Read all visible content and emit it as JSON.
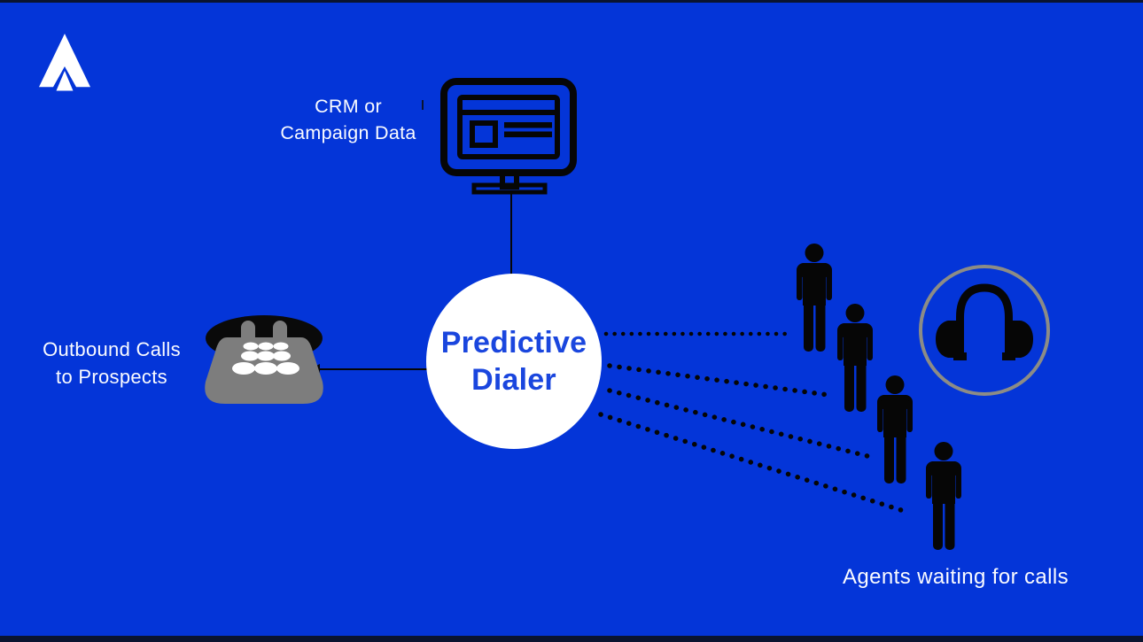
{
  "page": {
    "title": "Predictive Dialer Diagram",
    "background_color": "#0435D8",
    "edge_strip_color": "#0A1430"
  },
  "colors": {
    "background": "#0435D8",
    "edge_strip": "#0A1430",
    "label_text": "#FAFBFF",
    "dialer_circle_fill": "#FFFFFF",
    "dialer_text": "#1A46DE",
    "icon_black": "#060606",
    "phone_body_gray": "#7D7D7D",
    "headset_ring_gray": "#8C8C86"
  },
  "logo": {
    "icon": "triangle-brand-logo",
    "color": "#FFFFFF"
  },
  "nodes": {
    "crm_source": {
      "line1": "CRM or",
      "line2": "Campaign Data",
      "icon": "desktop-monitor-icon"
    },
    "outbound_calls": {
      "line1": "Outbound Calls",
      "line2": "to Prospects",
      "icon": "telephone-icon"
    },
    "predictive_dialer": {
      "line1": "Predictive",
      "line2": "Dialer"
    },
    "agents": {
      "label": "Agents waiting for calls",
      "count": 4,
      "icon": "person-silhouette-icon"
    },
    "headset": {
      "icon": "headphones-icon"
    }
  },
  "connections": [
    {
      "from": "crm-source",
      "to": "predictive-dialer",
      "style": "solid"
    },
    {
      "from": "predictive-dialer",
      "to": "outbound-phone",
      "style": "solid-arrow"
    },
    {
      "from": "predictive-dialer",
      "to": "agent-1",
      "style": "dotted"
    },
    {
      "from": "predictive-dialer",
      "to": "agent-2",
      "style": "dotted"
    },
    {
      "from": "predictive-dialer",
      "to": "agent-3",
      "style": "dotted"
    },
    {
      "from": "predictive-dialer",
      "to": "agent-4",
      "style": "dotted"
    }
  ]
}
